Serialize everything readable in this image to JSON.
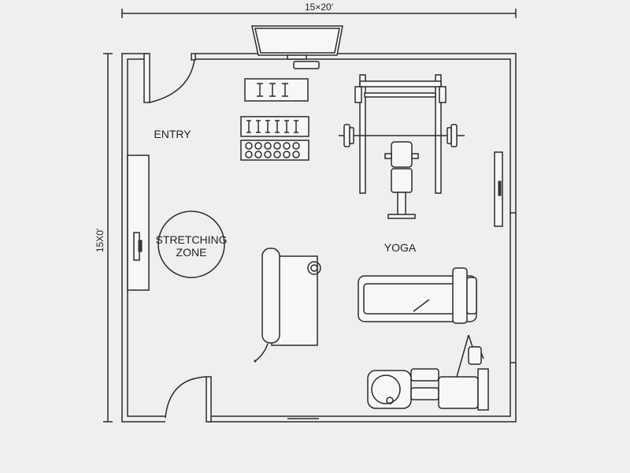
{
  "dimensions": {
    "width_label": "15×20'",
    "height_label": "15X0'"
  },
  "labels": {
    "entry": "ENTRY",
    "stretching_line1": "STRETCHING",
    "stretching_line2": "ZONE",
    "yoga": "YOGA"
  },
  "colors": {
    "background": "#efefef",
    "line": "#2b2b2b"
  }
}
